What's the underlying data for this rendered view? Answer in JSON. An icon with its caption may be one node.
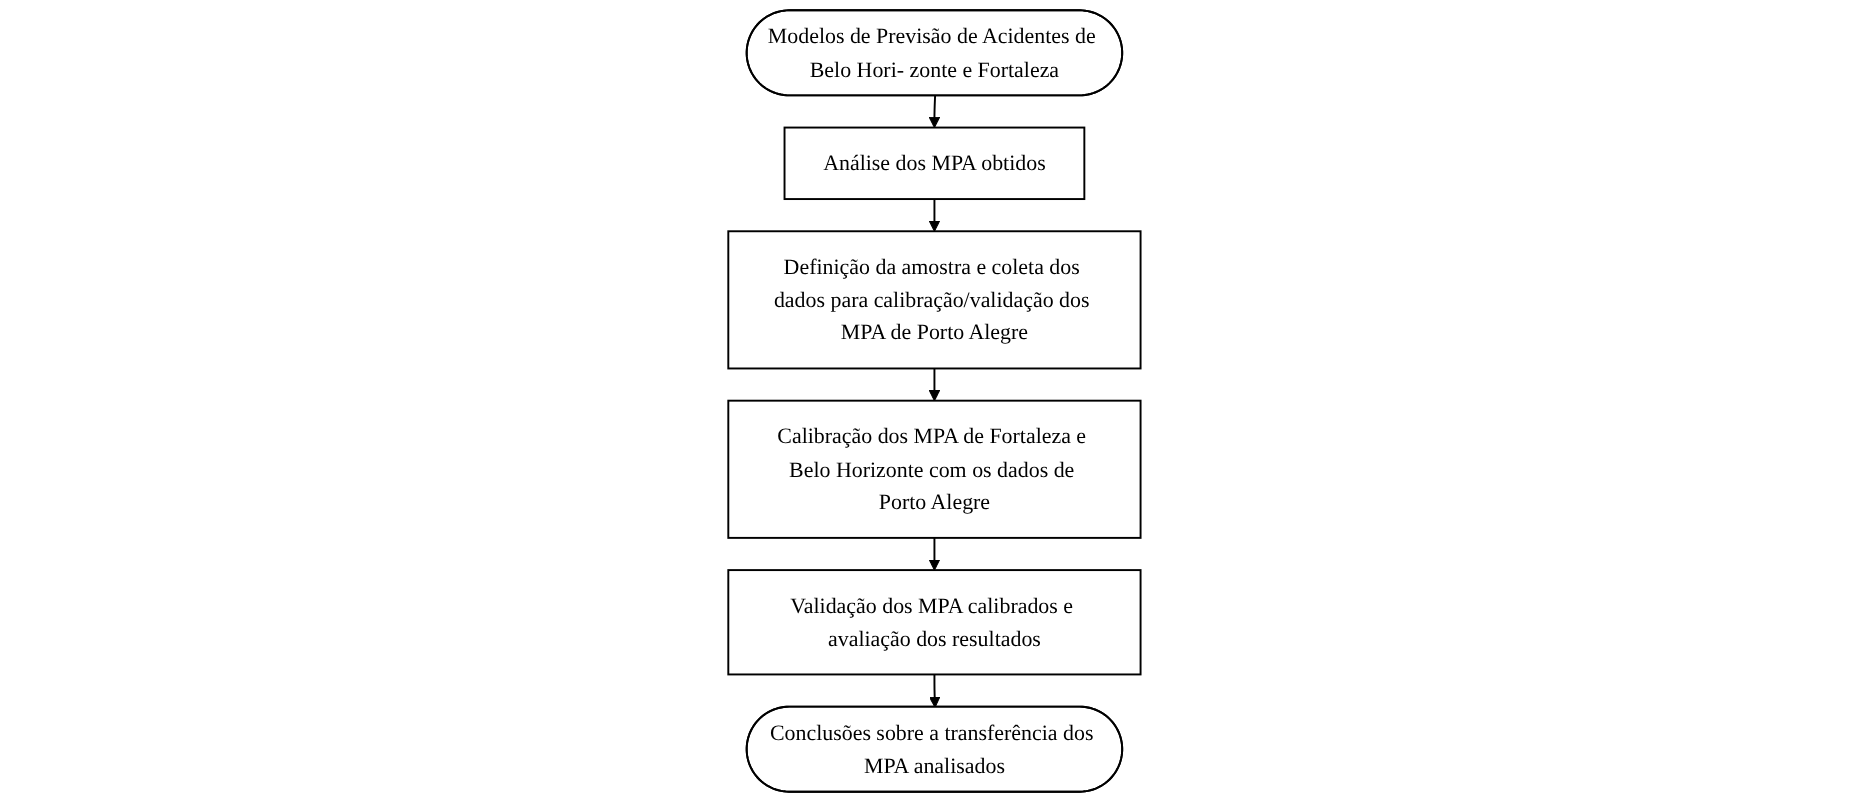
{
  "diagram": {
    "nodes": [
      {
        "text": [
          "Modelos de Previsão de Acidentes de Belo Hori- zonte e Fortaleza"
        ]
      },
      {
        "text": [
          "Análise dos MPA obtidos"
        ]
      },
      {
        "text": [
          "Definição da amostra e coleta dos dados para calibração/validação dos MPA de Porto Alegre"
        ]
      },
      {
        "text": [
          "Calibração dos MPA de Fortaleza e Belo Horizonte com os dados de Porto Alegre"
        ]
      },
      {
        "text": [
          "Validação dos MPA calibrados e avaliação dos resultados"
        ]
      },
      {
        "text": [
          "Conclusões sobre a transferência dos MPA analisados"
        ]
      }
    ],
    "edges": [
      {
        "from": 0,
        "to": 1,
        "arrow": "to"
      },
      {
        "from": 1,
        "to": 2,
        "arrow": "to"
      },
      {
        "from": 2,
        "to": 3,
        "arrow": "to"
      },
      {
        "from": 3,
        "to": 4,
        "arrow": "to"
      },
      {
        "from": 4,
        "to": 5,
        "arrow": "to"
      }
    ]
  }
}
